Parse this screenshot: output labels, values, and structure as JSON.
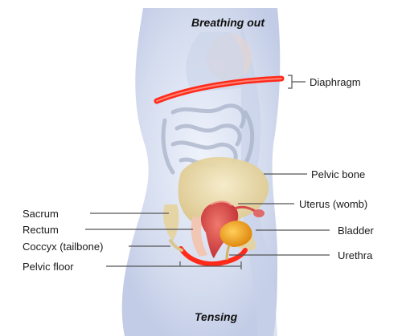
{
  "captions": {
    "top": "Breathing out",
    "bottom": "Tensing"
  },
  "labels": {
    "diaphragm": "Diaphragm",
    "pelvic_bone": "Pelvic bone",
    "uterus": "Uterus (womb)",
    "bladder": "Bladder",
    "urethra": "Urethra",
    "sacrum": "Sacrum",
    "rectum": "Rectum",
    "coccyx": "Coccyx (tailbone)",
    "pelvic_floor": "Pelvic floor"
  },
  "colors": {
    "body": "#d5dced",
    "diaphragm": "#ff2a1a",
    "pelvic_bone": "#e9d9a8",
    "uterus": "#d7484a",
    "bladder": "#f0a522",
    "pelvic_floor": "#ff2a1a"
  }
}
